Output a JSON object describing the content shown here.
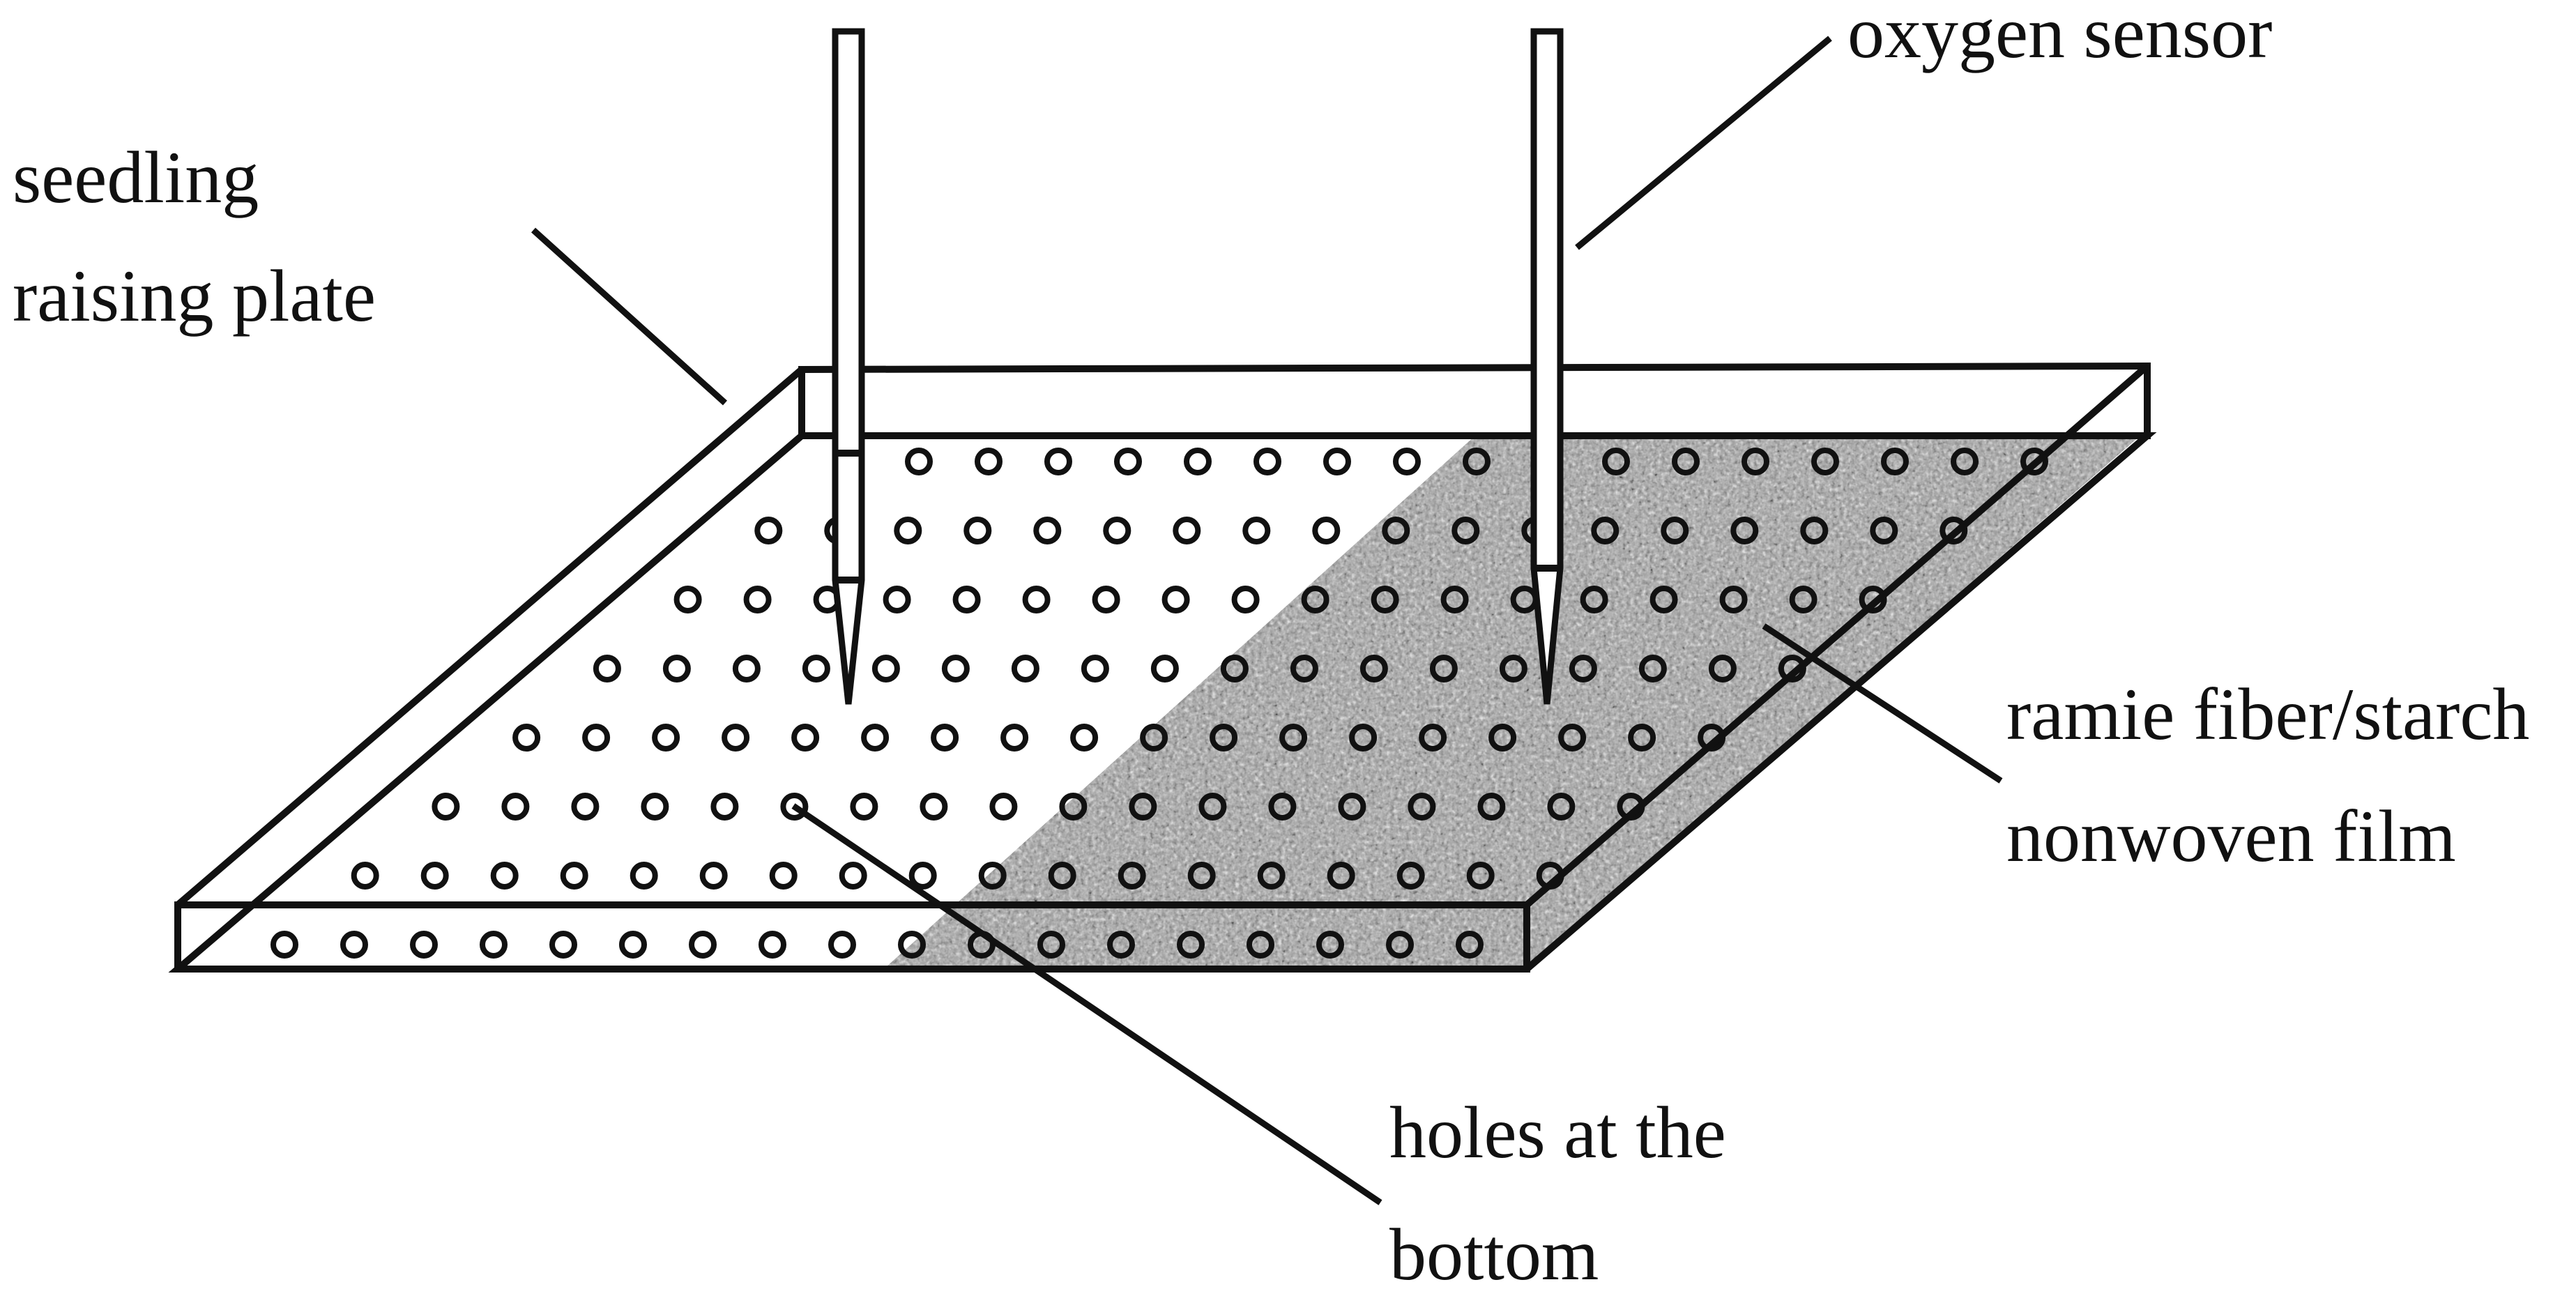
{
  "labels": {
    "oxygen_sensor": "oxygen sensor",
    "seedling_line1": "seedling",
    "seedling_line2": "raising plate",
    "film_line1": "ramie fiber/starch",
    "film_line2": "nonwoven film",
    "holes_line1": "holes at the",
    "holes_line2": "bottom"
  },
  "colors": {
    "line": "#111111",
    "background": "#ffffff",
    "film_base": "#9a9a9a"
  },
  "plate": {
    "hole_rows": 8,
    "hole_columns": 18
  }
}
